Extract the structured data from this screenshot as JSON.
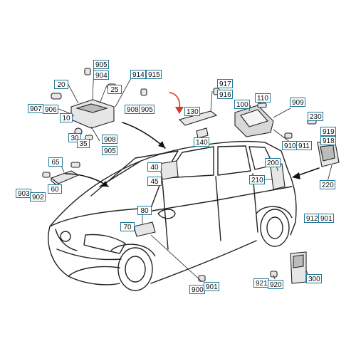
{
  "part_labels": {
    "l20": "20",
    "l25": "25",
    "l907": "907",
    "l906": "906",
    "l10": "10",
    "l30": "30",
    "l35": "35",
    "l908a": "908",
    "l905a": "905",
    "l905top": "905",
    "l904": "904",
    "l914": "914",
    "l915": "915",
    "l908b": "908",
    "l905b": "905",
    "l130": "130",
    "l140": "140",
    "l917": "917",
    "l916": "916",
    "l100": "100",
    "l110": "110",
    "l909": "909",
    "l230": "230",
    "l919": "919",
    "l918": "918",
    "l910": "910",
    "l911": "911",
    "l220": "220",
    "l65": "65",
    "l60": "60",
    "l903": "903",
    "l902": "902",
    "l40": "40",
    "l45": "45",
    "l200": "200",
    "l210": "210",
    "l80": "80",
    "l70": "70",
    "l912": "912",
    "l901a": "901",
    "l900": "900",
    "l901b": "901",
    "l921": "921",
    "l920": "920",
    "l300": "300"
  },
  "colors": {
    "label_border": "#1f7a9a",
    "line": "#222222",
    "arrow_red": "#d63a2a"
  }
}
